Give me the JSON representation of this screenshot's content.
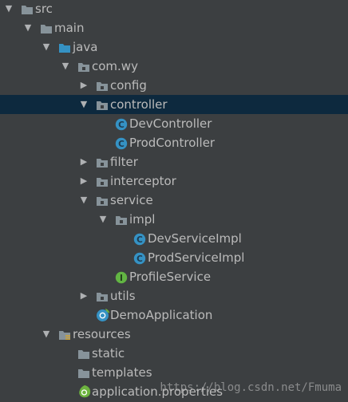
{
  "colors": {
    "background": "#3c3f41",
    "selection": "#0d293e",
    "text": "#bbbbbb",
    "folder_gray": "#87939a",
    "folder_blue": "#3592c4",
    "class_icon": "#3592c4",
    "interface_icon": "#62b543"
  },
  "tree": {
    "nodes": [
      {
        "label": "src",
        "depth": 0,
        "expanded": true,
        "icon": "folder-icon",
        "selected": false
      },
      {
        "label": "main",
        "depth": 1,
        "expanded": true,
        "icon": "folder-icon",
        "selected": false
      },
      {
        "label": "java",
        "depth": 2,
        "expanded": true,
        "icon": "source-folder-icon",
        "selected": false
      },
      {
        "label": "com.wy",
        "depth": 3,
        "expanded": true,
        "icon": "package-icon",
        "selected": false
      },
      {
        "label": "config",
        "depth": 4,
        "expanded": false,
        "icon": "package-icon",
        "selected": false
      },
      {
        "label": "controller",
        "depth": 4,
        "expanded": true,
        "icon": "package-icon",
        "selected": true
      },
      {
        "label": "DevController",
        "depth": 5,
        "expanded": null,
        "icon": "class-icon",
        "selected": false
      },
      {
        "label": "ProdController",
        "depth": 5,
        "expanded": null,
        "icon": "class-icon",
        "selected": false
      },
      {
        "label": "filter",
        "depth": 4,
        "expanded": false,
        "icon": "package-icon",
        "selected": false
      },
      {
        "label": "interceptor",
        "depth": 4,
        "expanded": false,
        "icon": "package-icon",
        "selected": false
      },
      {
        "label": "service",
        "depth": 4,
        "expanded": true,
        "icon": "package-icon",
        "selected": false
      },
      {
        "label": "impl",
        "depth": 5,
        "expanded": true,
        "icon": "package-icon",
        "selected": false
      },
      {
        "label": "DevServiceImpl",
        "depth": 6,
        "expanded": null,
        "icon": "class-icon",
        "selected": false
      },
      {
        "label": "ProdServiceImpl",
        "depth": 6,
        "expanded": null,
        "icon": "class-icon",
        "selected": false
      },
      {
        "label": "ProfileService",
        "depth": 5,
        "expanded": null,
        "icon": "interface-icon",
        "selected": false
      },
      {
        "label": "utils",
        "depth": 4,
        "expanded": false,
        "icon": "package-icon",
        "selected": false
      },
      {
        "label": "DemoApplication",
        "depth": 4,
        "expanded": null,
        "icon": "spring-boot-class-icon",
        "selected": false
      },
      {
        "label": "resources",
        "depth": 2,
        "expanded": true,
        "icon": "resources-folder-icon",
        "selected": false
      },
      {
        "label": "static",
        "depth": 3,
        "expanded": null,
        "icon": "folder-icon",
        "selected": false
      },
      {
        "label": "templates",
        "depth": 3,
        "expanded": null,
        "icon": "folder-icon",
        "selected": false
      },
      {
        "label": "application.properties",
        "depth": 3,
        "expanded": null,
        "icon": "spring-properties-icon",
        "selected": false
      }
    ]
  },
  "watermark": "https://blog.csdn.net/Fmuma"
}
